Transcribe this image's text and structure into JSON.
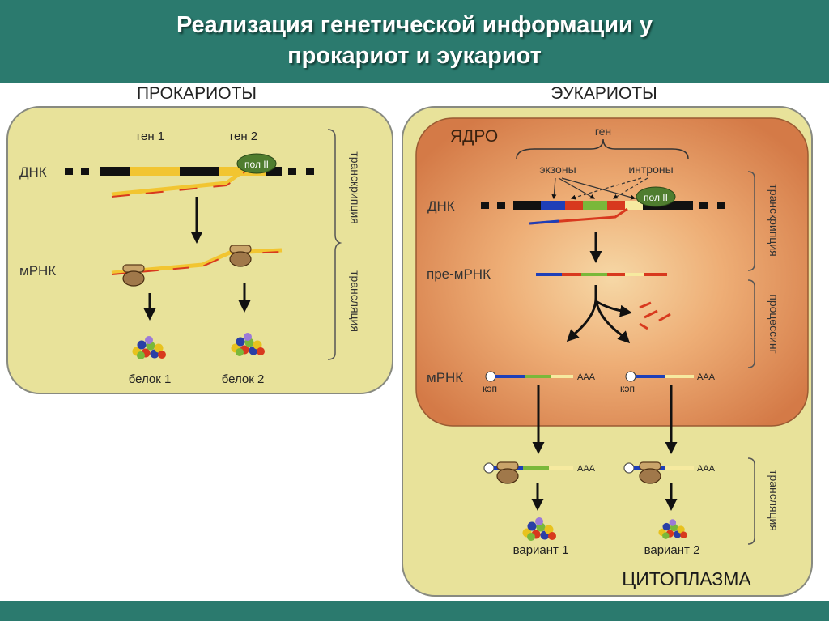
{
  "slide": {
    "title_line1": "Реализация генетической информации у",
    "title_line2": "прокариот и эукариот"
  },
  "prokaryotes": {
    "heading": "ПРОКАРИОТЫ",
    "gene1": "ген 1",
    "gene2": "ген 2",
    "dna": "ДНК",
    "mrna": "мРНК",
    "polymerase": "пол II",
    "stage_transcription": "транскрипция",
    "stage_translation": "трансляция",
    "protein1": "белок 1",
    "protein2": "белок 2"
  },
  "eukaryotes": {
    "heading": "ЭУКАРИОТЫ",
    "nucleus": "ЯДРО",
    "gene": "ген",
    "exons": "экзоны",
    "introns": "интроны",
    "dna": "ДНК",
    "polymerase": "пол II",
    "pre_mrna": "пре-мРНК",
    "mrna": "мРНК",
    "cap": "кэп",
    "polya": "ААА",
    "stage_transcription": "транскрипция",
    "stage_processing": "процессинг",
    "stage_translation": "трансляция",
    "variant1": "вариант 1",
    "variant2": "вариант 2",
    "cytoplasm": "ЦИТОПЛАЗМА"
  },
  "colors": {
    "header": "#2b7a6e",
    "cell": "#e8e29a",
    "nucleus": "#d9804e",
    "gene_yellow": "#f2c531",
    "rna_red": "#d8391e",
    "exon_blue": "#1e3fb8",
    "exon_green": "#7ab83a",
    "polymerase": "#4f7d2f"
  }
}
